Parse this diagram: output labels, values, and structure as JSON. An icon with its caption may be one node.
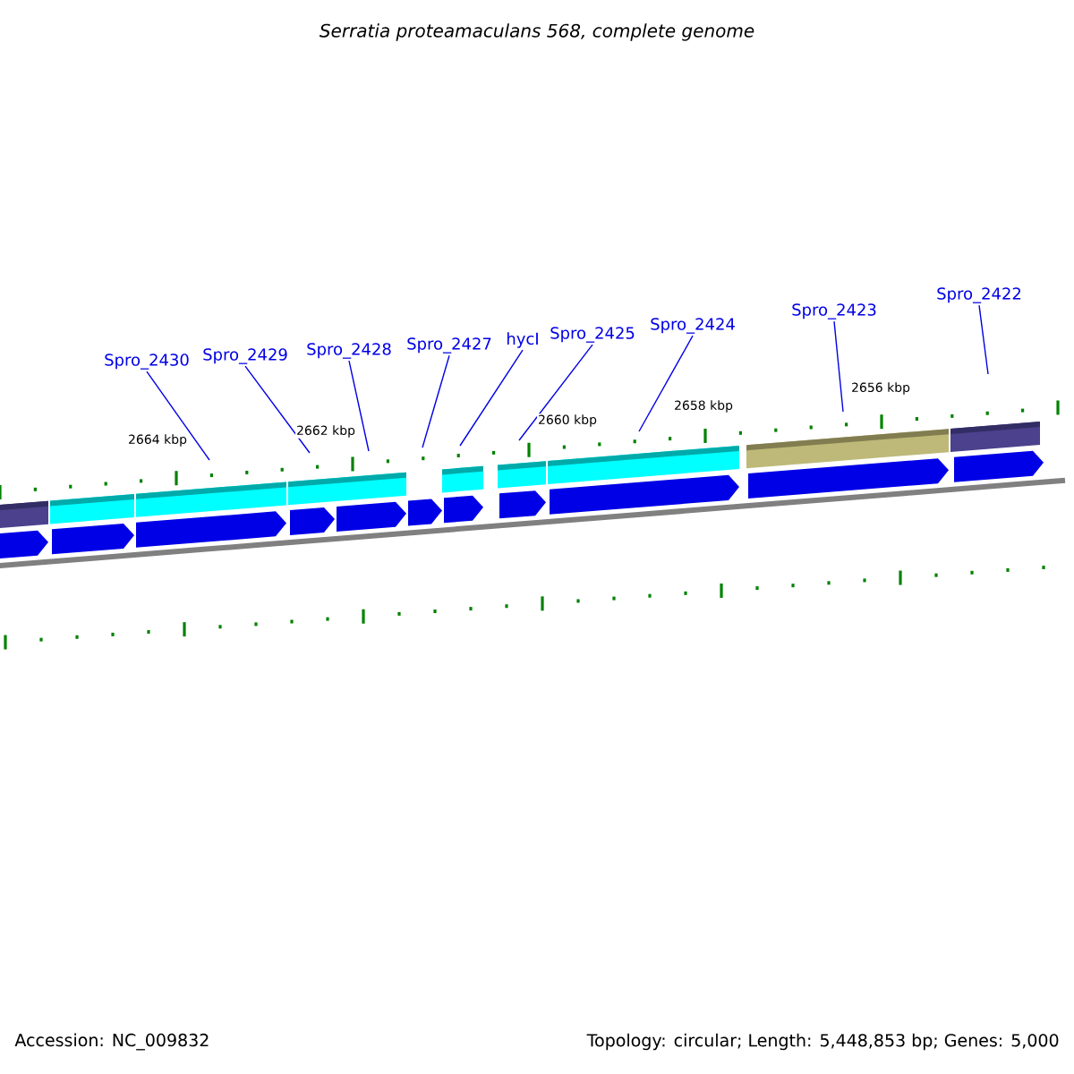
{
  "diagram": {
    "title": "Serratia proteamaculans 568, complete genome",
    "nodes": [
      {
        "text": [
          "Spro_2430"
        ]
      },
      {
        "text": [
          "Spro_2429"
        ]
      },
      {
        "text": [
          "Spro_2428"
        ]
      },
      {
        "text": [
          "Spro_2427"
        ]
      },
      {
        "text": [
          "hycI"
        ]
      },
      {
        "text": [
          "Spro_2425"
        ]
      },
      {
        "text": [
          "Spro_2424"
        ]
      },
      {
        "text": [
          "Spro_2423"
        ]
      },
      {
        "text": [
          "Spro_2422"
        ]
      }
    ],
    "edges": [
      {
        "from": 0,
        "to": null,
        "arrow": "none"
      },
      {
        "from": 1,
        "to": null,
        "arrow": "none"
      },
      {
        "from": 2,
        "to": null,
        "arrow": "none"
      },
      {
        "from": 3,
        "to": null,
        "arrow": "none"
      },
      {
        "from": 4,
        "to": null,
        "arrow": "none"
      },
      {
        "from": 5,
        "to": null,
        "arrow": "none"
      },
      {
        "from": 6,
        "to": null,
        "arrow": "none"
      },
      {
        "from": 7,
        "to": null,
        "arrow": "none"
      },
      {
        "from": 8,
        "to": null,
        "arrow": "none"
      }
    ],
    "labels": [
      "2664 kbp",
      "2662 kbp",
      "2660 kbp",
      "2658 kbp",
      "2656 kbp",
      "Accession: NC_009832",
      "Topology: circular; Length: 5,448,853 bp; Genes: 5,000"
    ]
  }
}
